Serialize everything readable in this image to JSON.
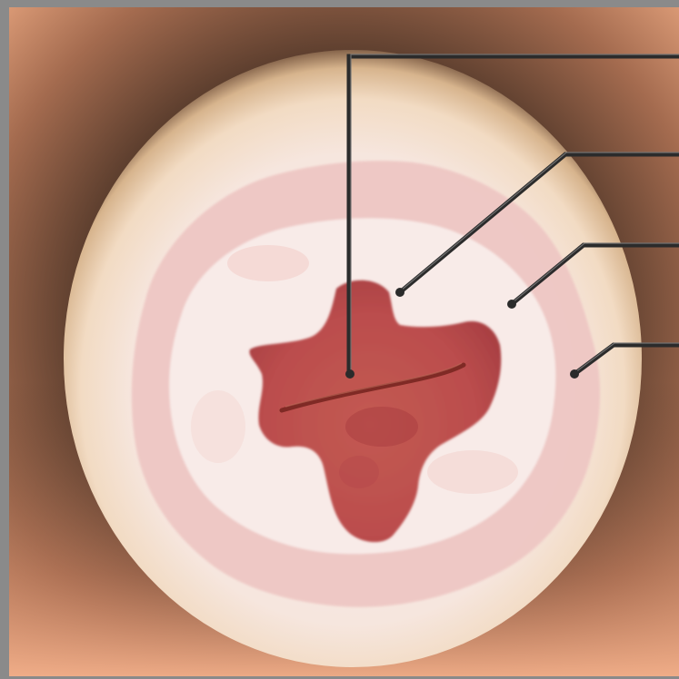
{
  "diagram": {
    "subject": "cervix-colposcopy-illustration",
    "colors": {
      "frame": "#8a8a8a",
      "outer_dark": "#2a1d14",
      "outer_skin": "#e7a57f",
      "rim_light": "#f6e6cf",
      "surface_pale": "#f8ecea",
      "ring_pink": "#eec2c0",
      "os_red": "#bd4f4f",
      "os_dark": "#8c2a2a",
      "leader": "#2b2b2b",
      "leader_highlight": "#8d8d8d"
    },
    "labels": [
      {
        "id": "label-1",
        "text": ""
      },
      {
        "id": "label-2",
        "text": ""
      },
      {
        "id": "label-3",
        "text": ""
      },
      {
        "id": "label-4",
        "text": ""
      }
    ]
  }
}
